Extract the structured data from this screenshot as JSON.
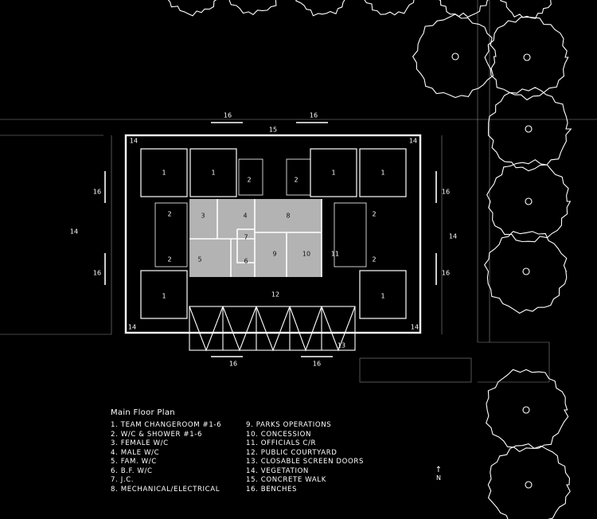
{
  "legend": {
    "title": "Main Floor Plan",
    "left_items": [
      "1. TEAM CHANGEROOM #1-6",
      "2. W/C & SHOWER #1-6",
      "3. FEMALE W/C",
      "4. MALE W/C",
      "5. FAM. W/C",
      "6. B.F. W/C",
      "7. J.C.",
      "8. MECHANICAL/ELECTRICAL"
    ],
    "right_items": [
      "9. PARKS OPERATIONS",
      "10. CONCESSION",
      "11. OFFICIALS C/R",
      "12. PUBLIC COURTYARD",
      "13. CLOSABLE SCREEN DOORS",
      "14. VEGETATION",
      "15. CONCRETE WALK",
      "16. BENCHES"
    ]
  },
  "north": {
    "letter": "N",
    "arrow": "↑"
  },
  "plan": {
    "labels": {
      "l1": "1",
      "l2": "2",
      "l3": "3",
      "l4": "4",
      "l5": "5",
      "l6": "6",
      "l7": "7",
      "l8": "8",
      "l9": "9",
      "l10": "10",
      "l11": "11",
      "l12": "12",
      "l13": "13",
      "l14": "14",
      "l15": "15",
      "l16": "16"
    }
  },
  "colors": {
    "background": "#000000",
    "line": "#ffffff",
    "shaded_room": "#b3b3b3"
  }
}
